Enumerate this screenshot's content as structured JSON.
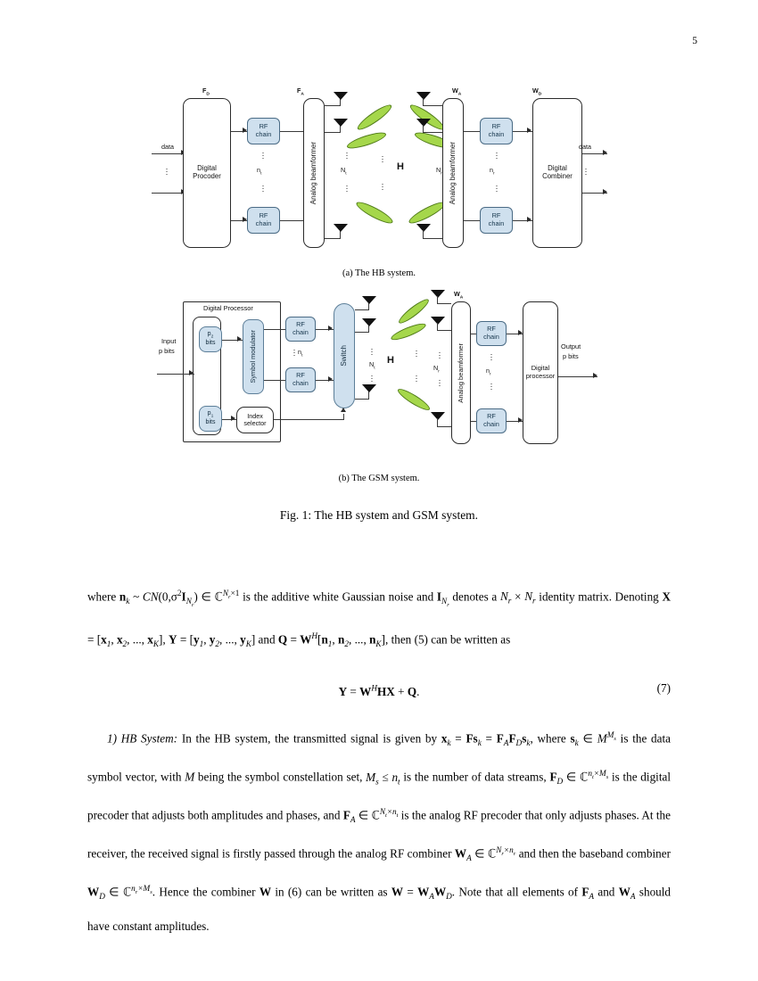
{
  "page": {
    "number": "5"
  },
  "figure": {
    "caption_a": "(a) The HB system.",
    "caption_b": "(b) The GSM system.",
    "main_caption": "Fig. 1: The HB system and GSM system."
  },
  "hb_diagram": {
    "label_fd": "F",
    "label_fd_sub": "D",
    "label_fa": "F",
    "label_fa_sub": "A",
    "label_wa": "W",
    "label_wa_sub": "A",
    "label_wd": "W",
    "label_wd_sub": "D",
    "input_label": "data",
    "output_label": "data",
    "digital_precoder": "Digital\nProcoder",
    "digital_precoder_line1": "Digital",
    "digital_precoder_line2": "Procoder",
    "analog_beamformer_tx": "Analog beamformer",
    "analog_beamformer_rx": "Analog beamformer",
    "digital_combiner_line1": "Digital",
    "digital_combiner_line2": "Combiner",
    "rf_chain_line1": "RF",
    "rf_chain_line2": "chain",
    "nt_label": "n",
    "nt_sub": "t",
    "nr_label": "n",
    "nr_sub": "r",
    "Nt_label": "N",
    "Nt_sub": "t",
    "Nr_label": "N",
    "Nr_sub": "r",
    "channel_label": "H",
    "dots": "⋮"
  },
  "gsm_diagram": {
    "digital_processor_title": "Digital Processor",
    "input_line1": "Input",
    "input_line2": "p bits",
    "p2_line1": "p",
    "p2_sub": "2",
    "p2_line2": "bits",
    "p1_line1": "p",
    "p1_sub": "1",
    "p1_line2": "bits",
    "symbol_modulator": "Symbol modulator",
    "index_selector_line1": "Index",
    "index_selector_line2": "selector",
    "switch_label": "Switch",
    "rf_chain_line1": "RF",
    "rf_chain_line2": "chain",
    "analog_beamformer": "Analog beamformer",
    "digital_processor_line1": "Digital",
    "digital_processor_line2": "processor",
    "output_line1": "Output",
    "output_line2": "p bits",
    "label_wa": "W",
    "label_wa_sub": "A",
    "nt_label": "n",
    "nt_sub": "t",
    "nr_label": "n",
    "nr_sub": "r",
    "Nt_label": "N",
    "Nt_sub": "t",
    "Nr_label": "N",
    "Nr_sub": "r",
    "channel_label": "H"
  },
  "text": {
    "para1_part1": "where ",
    "para1_full": "where n_k ~ CN(0, σ²I_Nr) ∈ C^(Nr×1) is the additive white Gaussian noise and I_Nr denotes a N_r × N_r identity matrix. Denoting X = [x_1, x_2, ..., x_K], Y = [y_1, y_2, ..., y_K] and Q = W^H[n_1, n_2, ..., n_K], then (5) can be written as",
    "equation7": "Y = W^H HX + Q.",
    "equation7_number": "(7)",
    "para2_heading": "1) HB System:",
    "para2_full": "In the HB system, the transmitted signal is given by x_k = Fs_k = F_A F_D s_k, where s_k ∈ M^{M_s} is the data symbol vector, with M being the symbol constellation set, M_s ≤ n_t is the number of data streams, F_D ∈ C^{n_t×M_s} is the digital precoder that adjusts both amplitudes and phases, and F_A ∈ C^{N_t×n_t} is the analog RF precoder that only adjusts phases. At the receiver, the received signal is firstly passed through the analog RF combiner W_A ∈ C^{N_r×n_r} and then the baseband combiner W_D ∈ C^{n_r×M_s}. Hence the combiner W in (6) can be written as W = W_A W_D. Note that all elements of F_A and W_A should have constant amplitudes."
  },
  "colors": {
    "rf_chain_fill": "#cfe0ee",
    "beam_fill": "#a5d74b",
    "beam_stroke": "#4f7a18",
    "line": "#3a3a3a"
  }
}
